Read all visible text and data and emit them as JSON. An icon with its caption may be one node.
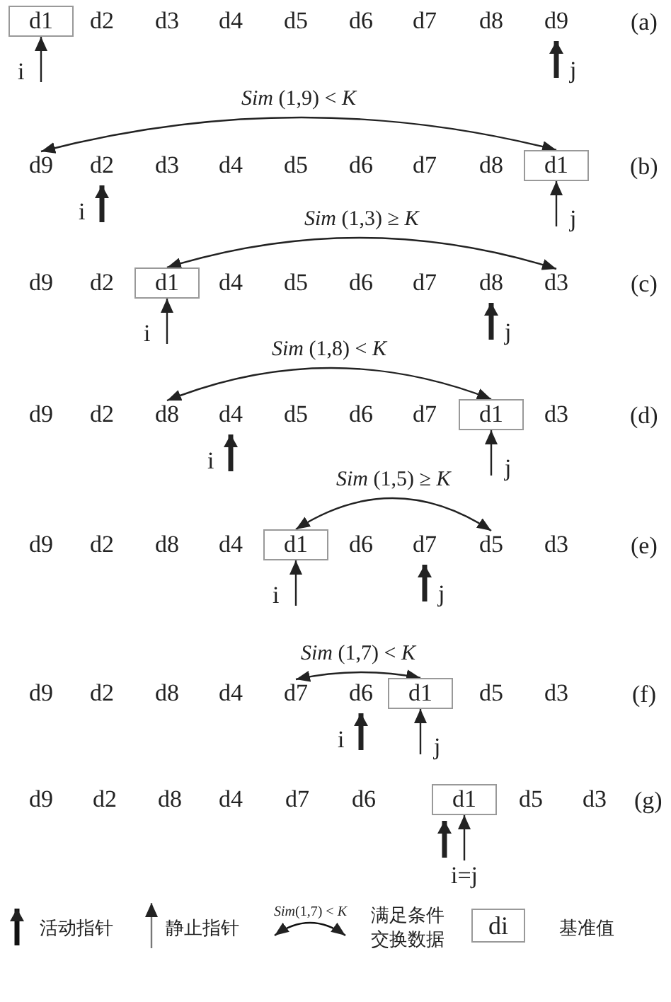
{
  "diagram": {
    "nodes": [
      {
        "text": [
          "d1"
        ]
      },
      {
        "text": [
          "d2"
        ]
      },
      {
        "text": [
          "d3"
        ]
      },
      {
        "text": [
          "d4"
        ]
      },
      {
        "text": [
          "d5"
        ]
      },
      {
        "text": [
          "d6"
        ]
      },
      {
        "text": [
          "d7"
        ]
      },
      {
        "text": [
          "d8"
        ]
      },
      {
        "text": [
          "d9"
        ]
      },
      {
        "text": [
          "d9"
        ]
      },
      {
        "text": [
          "d2"
        ]
      },
      {
        "text": [
          "d3"
        ]
      },
      {
        "text": [
          "d4"
        ]
      },
      {
        "text": [
          "d5"
        ]
      },
      {
        "text": [
          "d6"
        ]
      },
      {
        "text": [
          "d7"
        ]
      },
      {
        "text": [
          "d8"
        ]
      },
      {
        "text": [
          "d1"
        ]
      },
      {
        "text": [
          "d9"
        ]
      },
      {
        "text": [
          "d2"
        ]
      },
      {
        "text": [
          "d1"
        ]
      },
      {
        "text": [
          "d4"
        ]
      },
      {
        "text": [
          "d5"
        ]
      },
      {
        "text": [
          "d6"
        ]
      },
      {
        "text": [
          "d7"
        ]
      },
      {
        "text": [
          "d8"
        ]
      },
      {
        "text": [
          "d3"
        ]
      },
      {
        "text": [
          "d9"
        ]
      },
      {
        "text": [
          "d2"
        ]
      },
      {
        "text": [
          "d8"
        ]
      },
      {
        "text": [
          "d4"
        ]
      },
      {
        "text": [
          "d5"
        ]
      },
      {
        "text": [
          "d6"
        ]
      },
      {
        "text": [
          "d7"
        ]
      },
      {
        "text": [
          "d1"
        ]
      },
      {
        "text": [
          "d3"
        ]
      },
      {
        "text": [
          "d9"
        ]
      },
      {
        "text": [
          "d2"
        ]
      },
      {
        "text": [
          "d8"
        ]
      },
      {
        "text": [
          "d4"
        ]
      },
      {
        "text": [
          "d1"
        ]
      },
      {
        "text": [
          "d6"
        ]
      },
      {
        "text": [
          "d7"
        ]
      },
      {
        "text": [
          "d5"
        ]
      },
      {
        "text": [
          "d3"
        ]
      },
      {
        "text": [
          "d9"
        ]
      },
      {
        "text": [
          "d2"
        ]
      },
      {
        "text": [
          "d8"
        ]
      },
      {
        "text": [
          "d4"
        ]
      },
      {
        "text": [
          "d7"
        ]
      },
      {
        "text": [
          "d6"
        ]
      },
      {
        "text": [
          "d1"
        ]
      },
      {
        "text": [
          "d5"
        ]
      },
      {
        "text": [
          "d3"
        ]
      },
      {
        "text": [
          "d9"
        ]
      },
      {
        "text": [
          "d2"
        ]
      },
      {
        "text": [
          "d8"
        ]
      },
      {
        "text": [
          "d4"
        ]
      },
      {
        "text": [
          "d7"
        ]
      },
      {
        "text": [
          "d6"
        ]
      },
      {
        "text": [
          "d1"
        ]
      },
      {
        "text": [
          "d5"
        ]
      },
      {
        "text": [
          "d3"
        ]
      }
    ],
    "edges": [
      {
        "from": null,
        "to": 0,
        "arrow": "to",
        "label": "i"
      },
      {
        "from": null,
        "to": 8,
        "arrow": "to",
        "label": "j",
        "style": "thick"
      },
      {
        "from": 9,
        "to": 17,
        "arrow": "both",
        "label": "*Sim* (1,9) < *K*"
      },
      {
        "from": null,
        "to": 10,
        "arrow": "to",
        "label": "i",
        "style": "thick"
      },
      {
        "from": null,
        "to": 17,
        "arrow": "to",
        "label": "j"
      },
      {
        "from": 20,
        "to": 26,
        "arrow": "both",
        "label": "*Sim* (1,3) ≥ *K*"
      },
      {
        "from": null,
        "to": 20,
        "arrow": "to",
        "label": "i"
      },
      {
        "from": null,
        "to": 25,
        "arrow": "to",
        "label": "j",
        "style": "thick"
      },
      {
        "from": 29,
        "to": 34,
        "arrow": "both",
        "label": "*Sim* (1,8) < *K*"
      },
      {
        "from": null,
        "to": 30,
        "arrow": "to",
        "label": "i",
        "style": "thick"
      },
      {
        "from": null,
        "to": 34,
        "arrow": "to",
        "label": "j"
      },
      {
        "from": 40,
        "to": 43,
        "arrow": "both",
        "label": "*Sim* (1,5) ≥ *K*"
      },
      {
        "from": null,
        "to": 40,
        "arrow": "to",
        "label": "i"
      },
      {
        "from": null,
        "to": 42,
        "arrow": "to",
        "label": "j",
        "style": "thick"
      },
      {
        "from": 49,
        "to": 51,
        "arrow": "both",
        "label": "*Sim* (1,7) < *K*"
      },
      {
        "from": null,
        "to": 50,
        "arrow": "to",
        "label": "i",
        "style": "thick"
      },
      {
        "from": null,
        "to": 51,
        "arrow": "to",
        "label": "j"
      },
      {
        "from": null,
        "to": 60,
        "arrow": "to",
        "label": "i=j",
        "style": "thick"
      },
      {
        "from": null,
        "to": 60,
        "arrow": "to"
      }
    ],
    "labels": [
      "(a)",
      "(b)",
      "(c)",
      "(d)",
      "(e)",
      "(f)",
      "(g)",
      "*Sim*(1,7) < *K*",
      "di"
    ],
    "legend": [
      {
        "text": "活动指针"
      },
      {
        "text": "静止指针"
      },
      {
        "text": "满足条件交换数据"
      },
      {
        "text": "基准值"
      }
    ]
  }
}
